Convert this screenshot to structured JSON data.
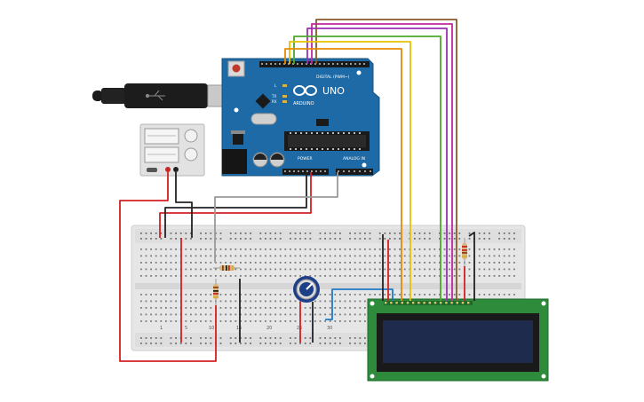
{
  "arduino": {
    "brand": "ARDUINO",
    "model": "UNO",
    "digital_label": "DIGITAL (PWM~)",
    "power_label": "POWER",
    "analog_label": "ANALOG IN",
    "tx_label": "TX",
    "rx_label": "RX",
    "l_label": "L",
    "board_color": "#1d6aa6"
  },
  "breadboard": {
    "column_numbers": [
      "1",
      "5",
      "10",
      "15",
      "20",
      "25",
      "30"
    ],
    "color": "#e8e8e8"
  },
  "lcd": {
    "pcb_color": "#2e8b3c",
    "screen_color": "#1f2b4d"
  },
  "wire_colors": {
    "red": "#d42020",
    "black": "#222222",
    "gray": "#9a9a9a",
    "blue": "#1f78c8",
    "yellow": "#e6c200",
    "orange": "#e68a00",
    "green": "#4ca82b",
    "purple": "#9b2fb5",
    "magenta": "#c0289e",
    "brown": "#8b5a2b"
  }
}
